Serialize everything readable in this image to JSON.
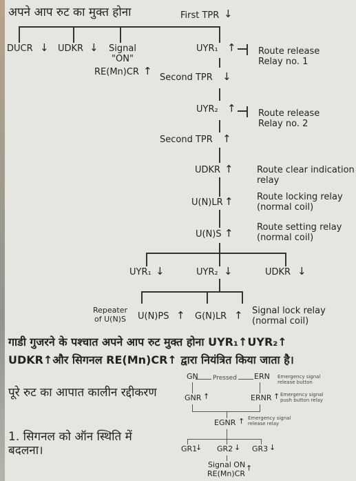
{
  "title_hindi": "अपने आप रुट का मुक्त होना",
  "arrow_up": "↑",
  "arrow_down": "↓",
  "main_chain": {
    "first_tpr": "First TPR",
    "uyr1": "UYR₁",
    "route_release_relay_1": "Route release Relay no. 1",
    "second_tpr_1": "Second TPR",
    "uyr2": "UYR₂",
    "route_release_relay_2": "Route release Relay no. 2",
    "second_tpr_2": "Second TPR",
    "udkr": "UDKR",
    "udkr_desc": "Route clear indication relay",
    "unlr": "U(N)LR",
    "unlr_desc": "Route locking relay (normal coil)",
    "uns": "U(N)S",
    "uns_desc": "Route setting relay (normal coil)"
  },
  "top_branches": {
    "ducr": "DUCR",
    "udkr": "UDKR",
    "signal_on": "Signal \"ON\"",
    "re_mn_cr": "RE(Mn)CR"
  },
  "lower_row": {
    "uyr1": "UYR₁",
    "uyr2": "UYR₂",
    "udkr": "UDKR"
  },
  "bottom_row": {
    "repeater_label": "Repeater of U(N)S",
    "unps": "U(N)PS",
    "gnlr": "G(N)LR",
    "signal_lock_desc": "Signal lock relay (normal coil)"
  },
  "paragraph": {
    "line1": "गाडी गुजरने के पश्चात अपने आप रुट मुक्त होना UYR₁↑UYR₂↑",
    "line2": "UDKR↑और सिगनल RE(Mn)CR↑ द्वारा नियंत्रित किया जाता है।"
  },
  "emergency_heading": "पूरे रुट का आपात कालीन रद्दीकरण",
  "step_1": "1. सिगनल को ऑन स्थिति में बदलना।",
  "emergency_diagram": {
    "gn": "GN",
    "pressed": "Pressed",
    "ern": "ERN",
    "ern_desc": "Emergency signal release button",
    "gnr": "GNR",
    "ernr": "ERNR",
    "ernr_desc": "Emergency signal push button relay",
    "egnr": "EGNR",
    "egnr_desc": "Emergency signal release relay",
    "gr1": "GR1",
    "gr2": "GR2",
    "gr3": "GR3",
    "signal_on": "Signal ON",
    "re_mn_cr": "RE(Mn)CR"
  }
}
